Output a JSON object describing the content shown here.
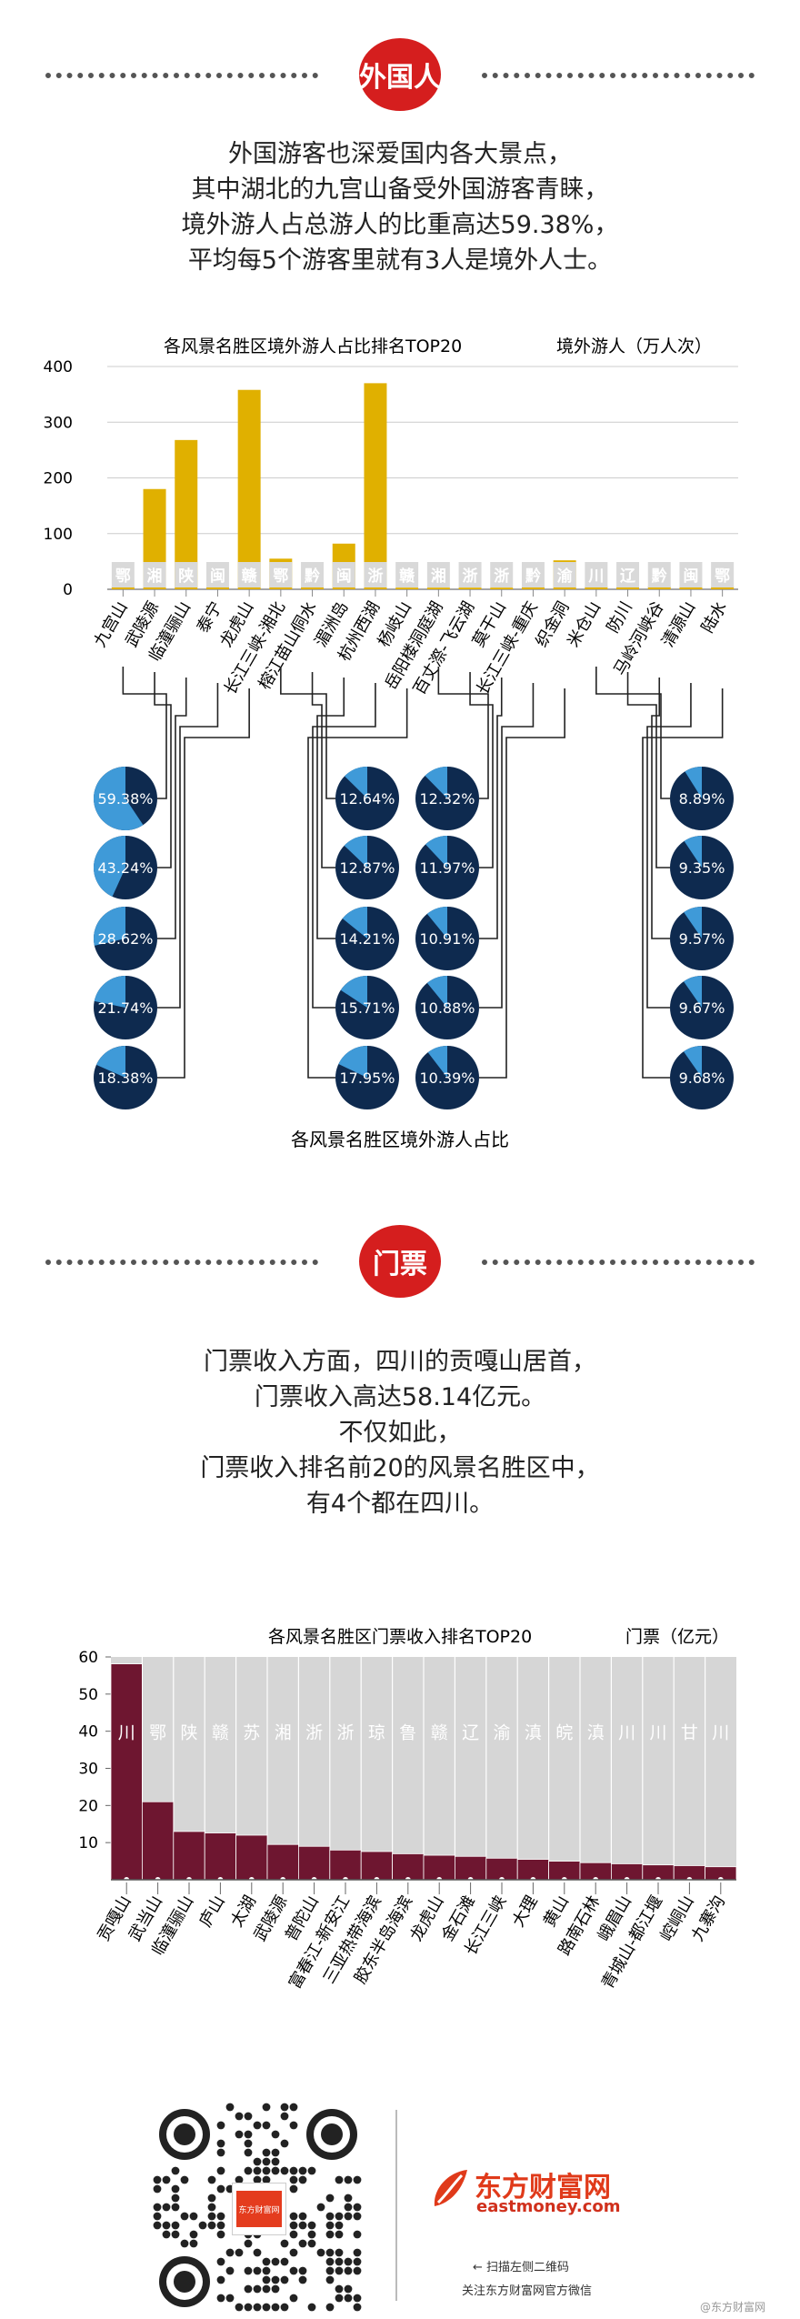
{
  "section1": {
    "badge": "外国人",
    "lines": [
      "外国游客也深爱国内各大景点，",
      "其中湖北的九宫山备受外国游客青睐，",
      "境外游人占总游人的比重高达59.38%，",
      "平均每5个游客里就有3人是境外人士。"
    ]
  },
  "section2": {
    "badge": "门票",
    "lines": [
      "门票收入方面，四川的贡嘎山居首，",
      "门票收入高达58.14亿元。",
      "不仅如此，",
      "门票收入排名前20的风景名胜区中，",
      "有4个都在四川。"
    ]
  },
  "chart_data": [
    {
      "type": "bar",
      "title": "各风景名胜区境外游人占比排名TOP20",
      "unit_label": "境外游人（万人次）",
      "ylim": [
        0,
        400
      ],
      "yticks": [
        0,
        100,
        200,
        300,
        400
      ],
      "color": "#e0b000",
      "categories": [
        "九宫山",
        "武陵源",
        "临潼骊山",
        "泰宁",
        "龙虎山",
        "长江三峡-湘北",
        "榕江苗山侗水",
        "湄洲岛",
        "杭州西湖",
        "杨岐山",
        "岳阳楼洞庭湖",
        "百丈漈-飞云湖",
        "莫干山",
        "长江三峡-重庆",
        "织金洞",
        "米仓山",
        "防川",
        "马岭河峡谷",
        "清源山",
        "陆水"
      ],
      "provinces": [
        "鄂",
        "湘",
        "陕",
        "闽",
        "赣",
        "鄂",
        "黔",
        "闽",
        "浙",
        "赣",
        "湘",
        "浙",
        "浙",
        "黔",
        "渝",
        "川",
        "辽",
        "黔",
        "闽",
        "鄂"
      ],
      "values": [
        5,
        180,
        268,
        5,
        358,
        55,
        5,
        82,
        370,
        3,
        3,
        3,
        3,
        5,
        52,
        5,
        5,
        5,
        5,
        5
      ],
      "share_title": "各风景名胜区境外游人占比",
      "shares": [
        59.38,
        43.24,
        28.62,
        21.74,
        18.38,
        12.64,
        12.87,
        14.21,
        15.71,
        17.95,
        12.32,
        11.97,
        10.91,
        10.88,
        10.39,
        8.89,
        9.35,
        9.57,
        9.67,
        9.68
      ],
      "share_labels": [
        "59.38%",
        "43.24%",
        "28.62%",
        "21.74%",
        "18.38%",
        "12.64%",
        "12.87%",
        "14.21%",
        "15.71%",
        "17.95%",
        "12.32%",
        "11.97%",
        "10.91%",
        "10.88%",
        "10.39%",
        "8.89%",
        "9.35%",
        "9.57%",
        "9.67%",
        "9.68%"
      ]
    },
    {
      "type": "bar",
      "title": "各风景名胜区门票收入排名TOP20",
      "unit_label": "门票（亿元）",
      "ylim": [
        0,
        60
      ],
      "yticks": [
        10,
        20,
        30,
        40,
        50,
        60
      ],
      "color": "#6e1630",
      "categories": [
        "贡嘎山",
        "武当山",
        "临潼骊山",
        "庐山",
        "太湖",
        "武陵源",
        "普陀山",
        "富春江-新安江",
        "三亚热带海滨",
        "胶东半岛海滨",
        "龙虎山",
        "金石滩",
        "长江三峡",
        "大理",
        "黄山",
        "路南石林",
        "峨眉山",
        "青城山-都江堰",
        "崆峒山",
        "九寨沟"
      ],
      "provinces": [
        "川",
        "鄂",
        "陕",
        "赣",
        "苏",
        "湘",
        "浙",
        "浙",
        "琼",
        "鲁",
        "赣",
        "辽",
        "渝",
        "滇",
        "皖",
        "滇",
        "川",
        "川",
        "甘",
        "川"
      ],
      "values": [
        58.14,
        21,
        13,
        12.6,
        12,
        9.5,
        9,
        8,
        7.6,
        7,
        6.6,
        6.3,
        5.8,
        5.5,
        5,
        4.6,
        4.3,
        4,
        3.8,
        3.5
      ]
    }
  ],
  "footer": {
    "brand_cn": "东方财富网",
    "brand_en": "eastmoney.com",
    "qr_label": "东方财富网",
    "scan_text": "扫描左侧二维码",
    "follow_text": "关注东方财富网官方微信",
    "watermark": "@东方财富网"
  }
}
